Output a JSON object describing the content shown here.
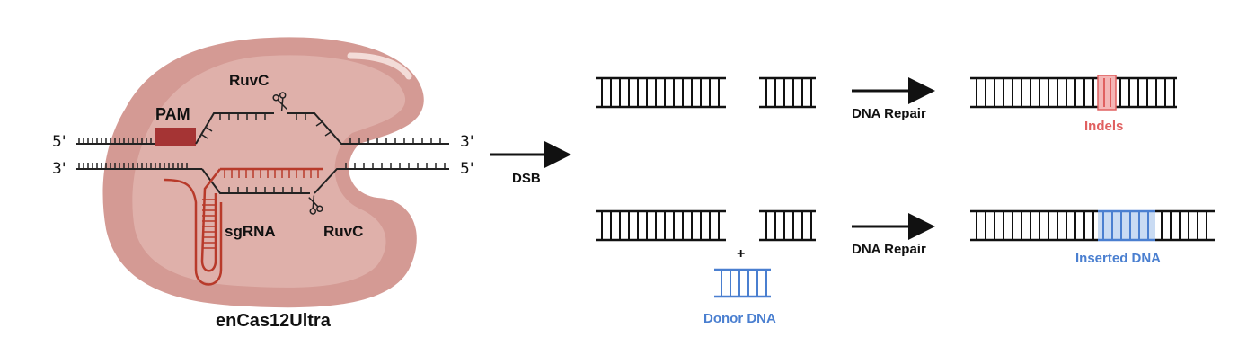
{
  "labels": {
    "pam": "PAM",
    "ruvc_top": "RuvC",
    "ruvc_bottom": "RuvC",
    "sgrna": "sgRNA",
    "five_prime_left": "5'",
    "three_prime_left": "3'",
    "three_prime_right": "3'",
    "five_prime_right": "5'",
    "protein_name": "enCas12Ultra",
    "dsb": "DSB",
    "dna_repair_top": "DNA Repair",
    "dna_repair_bottom": "DNA Repair",
    "indels": "Indels",
    "inserted_dna": "Inserted DNA",
    "donor_dna": "Donor DNA",
    "plus": "+"
  },
  "colors": {
    "protein_body": "#d49a94",
    "protein_inner": "#dfb0aa",
    "protein_edge": "#c98580",
    "pam_box": "#a53434",
    "rna": "#b83a2a",
    "dna": "#222222",
    "indel": "#e06060",
    "insert": "#4a7fd0",
    "insert_fill": "#c9dbf3"
  }
}
